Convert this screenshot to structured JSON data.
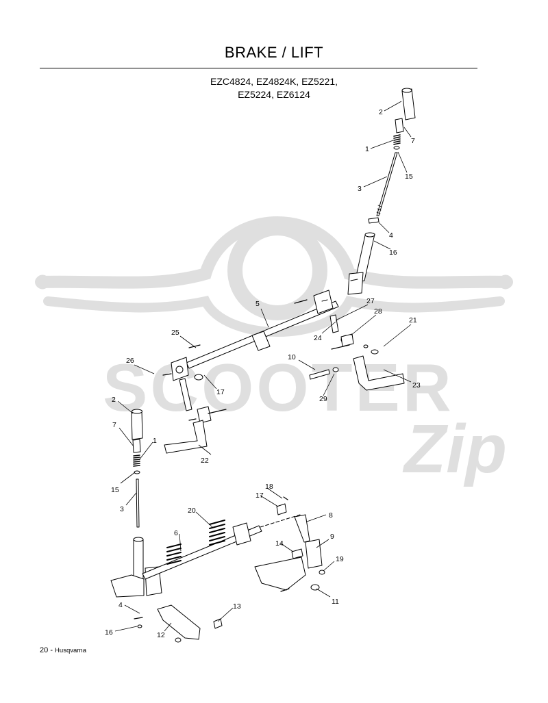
{
  "page": {
    "title": "BRAKE / LIFT",
    "models_line1": "EZC4824, EZ4824K, EZ5221,",
    "models_line2": "EZ5224, EZ6124",
    "page_number": "20",
    "brand": "Husqvarna"
  },
  "watermark": {
    "word": "SCOOTER",
    "script": "Zip"
  },
  "callouts": [
    {
      "id": "c2a",
      "label": "2"
    },
    {
      "id": "c7a",
      "label": "7"
    },
    {
      "id": "c1a",
      "label": "1"
    },
    {
      "id": "c15a",
      "label": "15"
    },
    {
      "id": "c3a",
      "label": "3"
    },
    {
      "id": "c4a",
      "label": "4"
    },
    {
      "id": "c16a",
      "label": "16"
    },
    {
      "id": "c5",
      "label": "5"
    },
    {
      "id": "c27",
      "label": "27"
    },
    {
      "id": "c28",
      "label": "28"
    },
    {
      "id": "c21",
      "label": "21"
    },
    {
      "id": "c24",
      "label": "24"
    },
    {
      "id": "c25",
      "label": "25"
    },
    {
      "id": "c26",
      "label": "26"
    },
    {
      "id": "c10",
      "label": "10"
    },
    {
      "id": "c17a",
      "label": "17"
    },
    {
      "id": "c23",
      "label": "23"
    },
    {
      "id": "c29",
      "label": "29"
    },
    {
      "id": "c2b",
      "label": "2"
    },
    {
      "id": "c7b",
      "label": "7"
    },
    {
      "id": "c1b",
      "label": "1"
    },
    {
      "id": "c22",
      "label": "22"
    },
    {
      "id": "c15b",
      "label": "15"
    },
    {
      "id": "c3b",
      "label": "3"
    },
    {
      "id": "c18",
      "label": "18"
    },
    {
      "id": "c17b",
      "label": "17"
    },
    {
      "id": "c20",
      "label": "20"
    },
    {
      "id": "c8",
      "label": "8"
    },
    {
      "id": "c6",
      "label": "6"
    },
    {
      "id": "c14",
      "label": "14"
    },
    {
      "id": "c9",
      "label": "9"
    },
    {
      "id": "c19",
      "label": "19"
    },
    {
      "id": "c11",
      "label": "11"
    },
    {
      "id": "c4b",
      "label": "4"
    },
    {
      "id": "c13",
      "label": "13"
    },
    {
      "id": "c16b",
      "label": "16"
    },
    {
      "id": "c12",
      "label": "12"
    }
  ]
}
